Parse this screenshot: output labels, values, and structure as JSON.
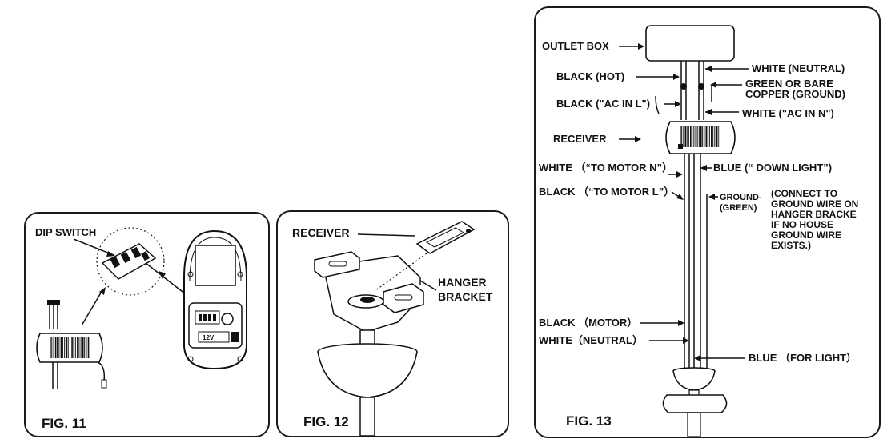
{
  "fig11": {
    "caption": "FIG. 11",
    "dip_switch_label": "DIP SWITCH",
    "remote_voltage": "12V"
  },
  "fig12": {
    "caption": "FIG. 12",
    "receiver_label": "RECEIVER",
    "hanger_label_1": "HANGER",
    "hanger_label_2": "BRACKET"
  },
  "fig13": {
    "caption": "FIG. 13",
    "outlet_box": "OUTLET BOX",
    "black_hot": "BLACK (HOT)",
    "black_ac_in_l": "BLACK (\"AC IN L\")",
    "receiver": "RECEIVER",
    "white_neutral": "WHITE (NEUTRAL)",
    "green_bare_1": "GREEN OR BARE",
    "green_bare_2": "COPPER (GROUND)",
    "white_ac_in_n": "WHITE (\"AC IN N\")",
    "white_to_motor_n": "WHITE （“TO MOTOR N”）",
    "blue_down_light": "BLUE (“ DOWN LIGHT”)",
    "black_to_motor_l": "BLACK （“TO MOTOR L”）",
    "ground_1": "GROUND-",
    "ground_2": "(GREEN)",
    "connect_1": "(CONNECT TO",
    "connect_2": "GROUND WIRE ON",
    "connect_3": "HANGER BRACKE",
    "connect_4": "IF NO HOUSE",
    "connect_5": "GROUND WIRE",
    "connect_6": "EXISTS.)",
    "black_motor": "BLACK （MOTOR）",
    "white_neutral_2": "WHITE（NEUTRAL）",
    "blue_for_light": "BLUE （FOR LIGHT）"
  }
}
